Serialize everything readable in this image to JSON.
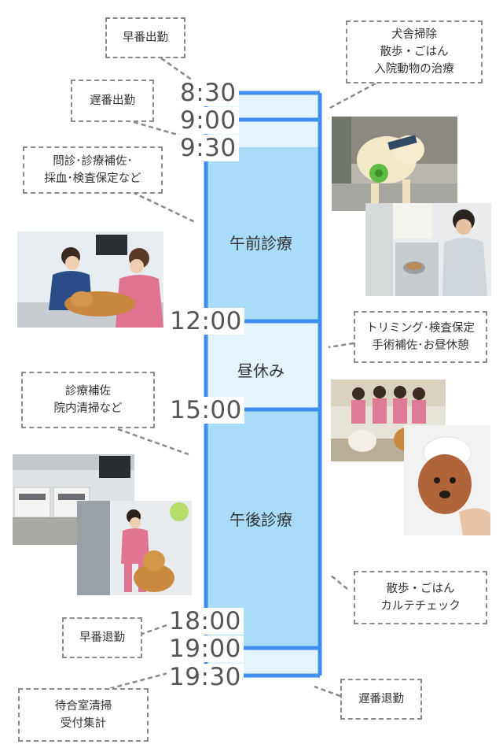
{
  "callouts": {
    "early_arrive": "早番出勤",
    "late_arrive": "遅番出勤",
    "morning_tasks": [
      "犬舎掃除",
      "散歩・ごはん",
      "入院動物の治療"
    ],
    "am_support": [
      "問診･診療補佐･",
      "採血･検査保定など"
    ],
    "lunch_tasks": [
      "トリミング･検査保定",
      "手術補佐･お昼休憩"
    ],
    "pm_support": [
      "診療補佐",
      "院内清掃など"
    ],
    "evening_tasks": [
      "散歩・ごはん",
      "カルテチェック"
    ],
    "early_leave": "早番退勤",
    "close_tasks": [
      "待合室清掃",
      "受付集計"
    ],
    "late_leave": "遅番退勤"
  },
  "times": {
    "t0830": "8:30",
    "t0900": "9:00",
    "t0930": "9:30",
    "t1200": "12:00",
    "t1500": "15:00",
    "t1800": "18:00",
    "t1900": "19:00",
    "t1930": "19:30"
  },
  "bands": {
    "am_clinic": "午前診療",
    "lunch": "昼休み",
    "pm_clinic": "午後診療"
  },
  "colors": {
    "timeline_blue": "#3f8ef0",
    "clinic_fill": "#a8dcf8",
    "light_fill": "#e3f4fd",
    "dash_gray": "#8a8a8a"
  }
}
